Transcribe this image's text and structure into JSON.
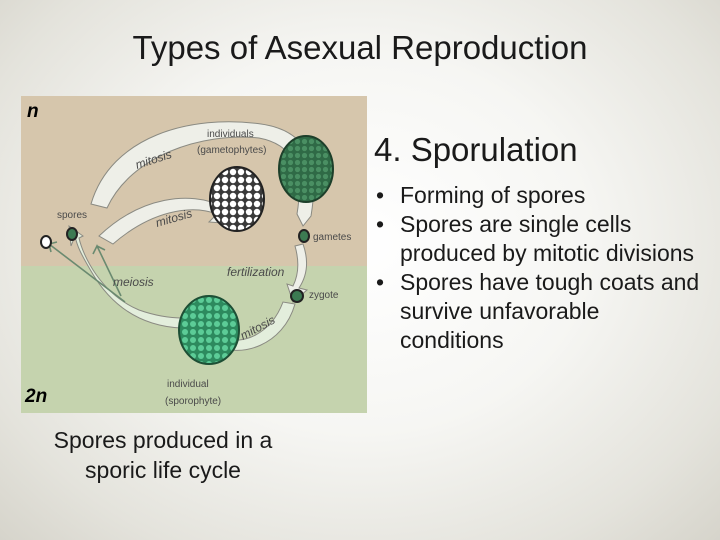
{
  "slide": {
    "title": "Types of Asexual Reproduction"
  },
  "figure": {
    "ploidy_top": "n",
    "ploidy_bottom": "2n",
    "labels": {
      "individuals": "individuals",
      "gametophytes": "(gametophytes)",
      "mitosis_upper": "mitosis",
      "mitosis_middle": "mitosis",
      "mitosis_lower": "mitosis",
      "spores": "spores",
      "gametes": "gametes",
      "meiosis": "meiosis",
      "fertilization": "fertilization",
      "zygote": "zygote",
      "individual": "individual",
      "sporophyte": "(sporophyte)"
    },
    "colors": {
      "haploid_bg": "#d6c6ac",
      "diploid_bg": "#c5d3ae",
      "gametophyte_dark": "#3c7a52",
      "sporophyte": "#4fbf8b",
      "arrow_fill": "#e8ebe2"
    }
  },
  "caption": "Spores produced in a sporic life cycle",
  "content": {
    "heading": "4. Sporulation",
    "bullet_symbol": "•",
    "bullets": [
      "Forming of spores",
      "Spores are single cells produced by mitotic divisions",
      "Spores have tough coats and survive unfavorable conditions"
    ]
  }
}
